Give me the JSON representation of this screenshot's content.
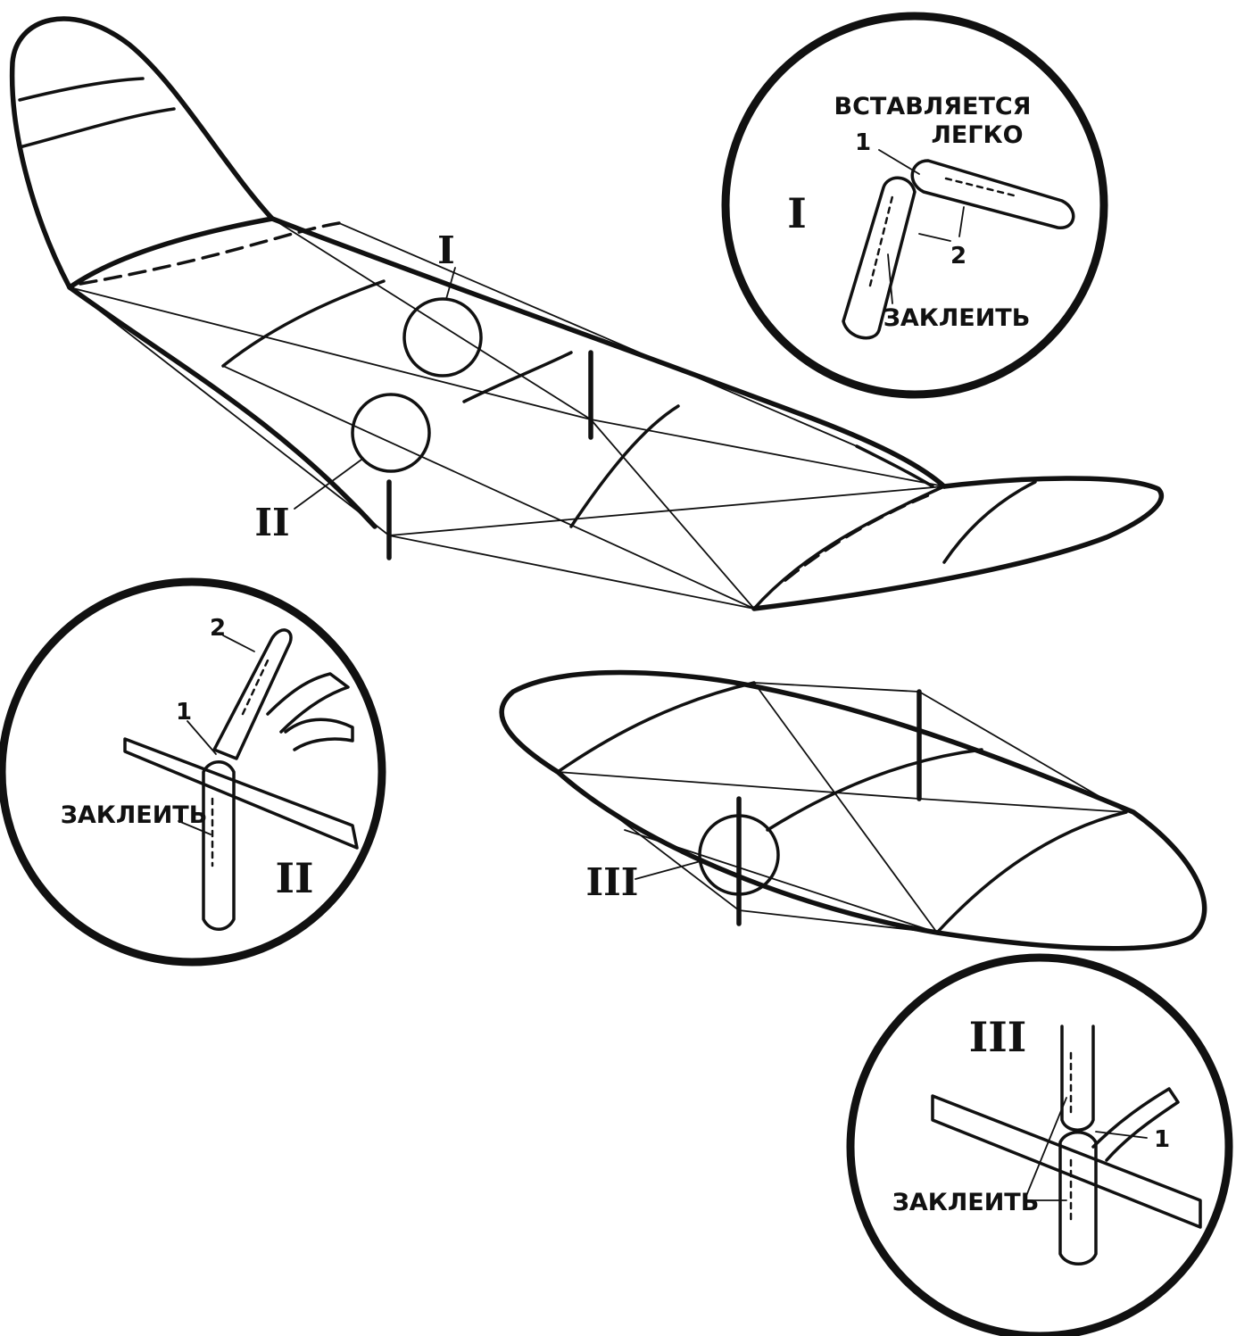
{
  "markers": {
    "main_I": "I",
    "main_II": "II",
    "main_III": "III",
    "detail_I": "I",
    "detail_II": "II",
    "detail_III": "III"
  },
  "detail_I": {
    "label_inserts": "ВСТАВЛЯЕТСЯ",
    "label_easily": "ЛЕГКО",
    "label_glue": "ЗАКЛЕИТЬ",
    "num_1": "1",
    "num_2": "2"
  },
  "detail_II": {
    "label_glue": "ЗАКЛЕИТЬ",
    "num_1": "1",
    "num_2": "2"
  },
  "detail_III": {
    "label_glue": "ЗАКЛЕИТЬ",
    "num_1": "1"
  }
}
